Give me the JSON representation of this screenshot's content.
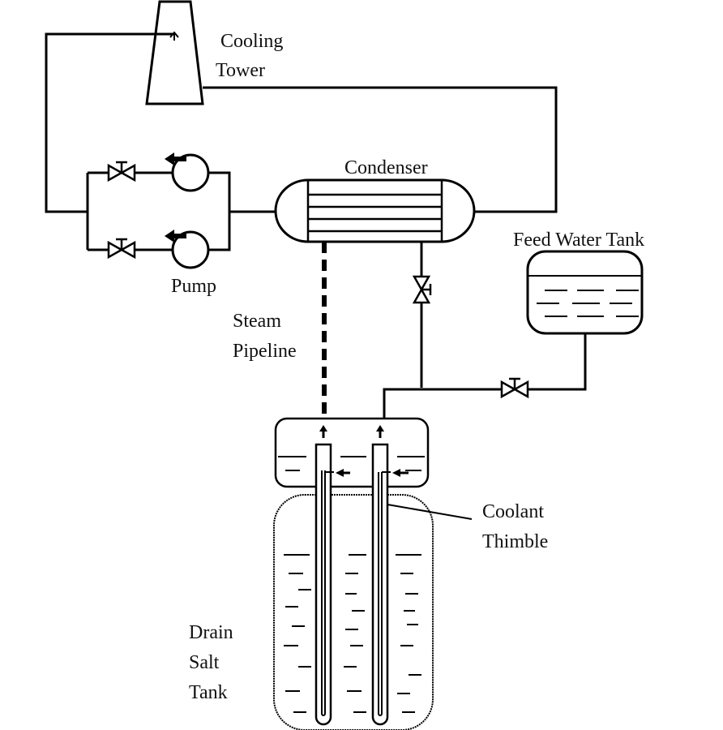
{
  "labels": {
    "cooling_tower_line1": "Cooling",
    "cooling_tower_line2": "Tower",
    "condenser": "Condenser",
    "feed_water_tank": "Feed Water Tank",
    "pump": "Pump",
    "steam_pipeline_line1": "Steam",
    "steam_pipeline_line2": "Pipeline",
    "coolant_thimble_line1": "Coolant",
    "coolant_thimble_line2": "Thimble",
    "drain_salt_tank_line1": "Drain",
    "drain_salt_tank_line2": "Salt",
    "drain_salt_tank_line3": "Tank"
  },
  "colors": {
    "line": "#000000",
    "background": "#ffffff"
  }
}
